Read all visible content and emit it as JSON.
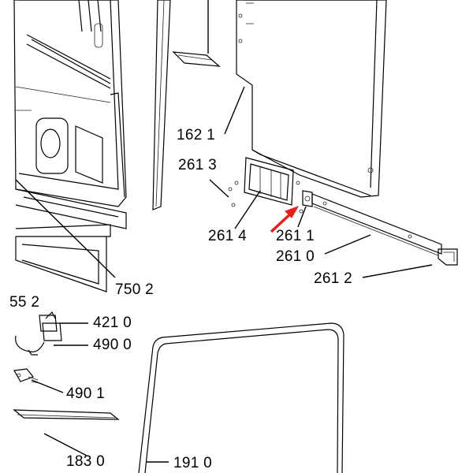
{
  "diagram": {
    "labels": {
      "l1621": "162 1",
      "l2613": "261 3",
      "l2614": "261 4",
      "l2611": "261 1",
      "l2610": "261 0",
      "l2612": "261 2",
      "l7502": "750 2",
      "l552": "55 2",
      "l4210": "421 0",
      "l4900": "490 0",
      "l4901": "490 1",
      "l1830": "183 0",
      "l1910": "191 0"
    },
    "colors": {
      "line": "#000000",
      "arrow": "#e8201c",
      "background": "#ffffff"
    },
    "icons": {
      "pointer": "red-arrow-icon"
    }
  }
}
